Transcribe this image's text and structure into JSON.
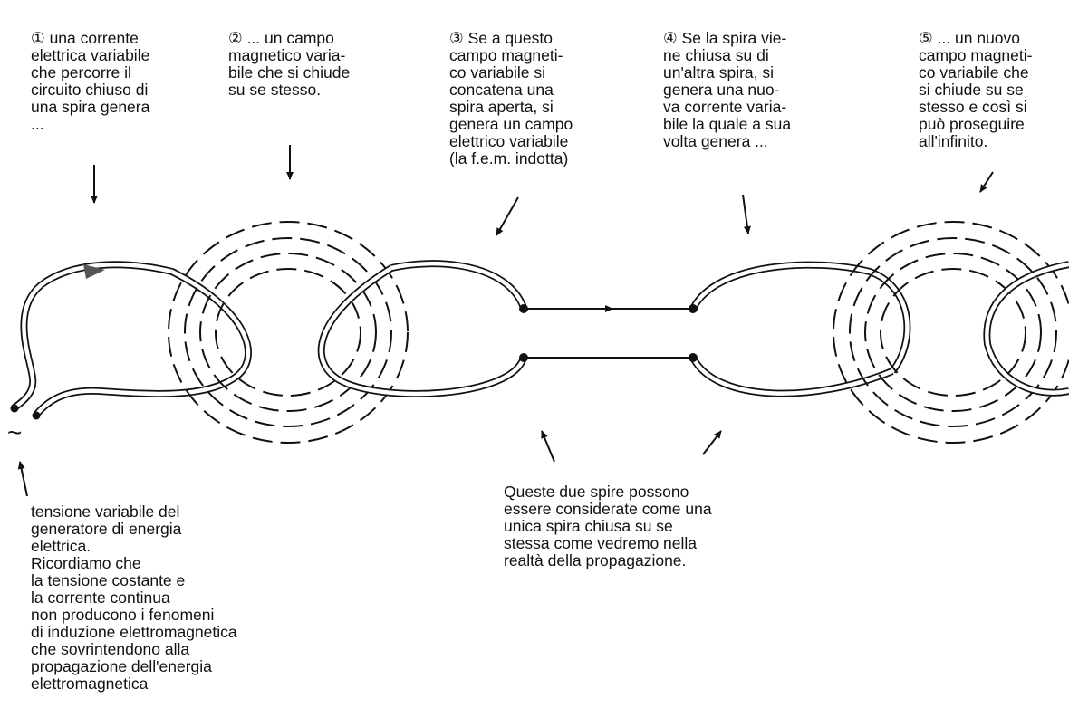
{
  "captions": {
    "step1": {
      "num": "①",
      "text": " una corrente\nelettrica variabile\nche percorre il\ncircuito chiuso di\nuna spira genera\n..."
    },
    "step2": {
      "num": "②",
      "text": " ... un campo\nmagnetico varia-\nbile che si chiude\nsu se stesso."
    },
    "step3": {
      "num": "③",
      "text": " Se a questo\ncampo magneti-\nco variabile si\nconcatena una\nspira aperta, si\ngenera un campo\nelettrico variabile\n(la f.e.m. indotta)"
    },
    "step4": {
      "num": "④",
      "text": " Se la spira vie-\nne chiusa su di\nun'altra spira, si\ngenera una nuo-\nva corrente varia-\nbile la quale a sua\nvolta genera ..."
    },
    "step5": {
      "num": "⑤",
      "text": " ... un nuovo\ncampo magneti-\nco variabile che\nsi chiude su se\nstesso e così si\npuò proseguire\nall'infinito."
    },
    "generator": "tensione variabile del\ngeneratore di energia\nelettrica.\nRicordiamo che\nla tensione costante e\nla corrente continua\nnon producono i fenomeni\ndi induzione elettromagnetica\nche sovrintendono alla\npropagazione dell'energia\nelettromagnetica",
    "two_loops": "Queste due spire possono\nessere considerate come una\nunica spira chiusa su se\nstessa come vedremo nella\nrealtà della propagazione."
  },
  "symbols": {
    "ac_source": "~"
  }
}
